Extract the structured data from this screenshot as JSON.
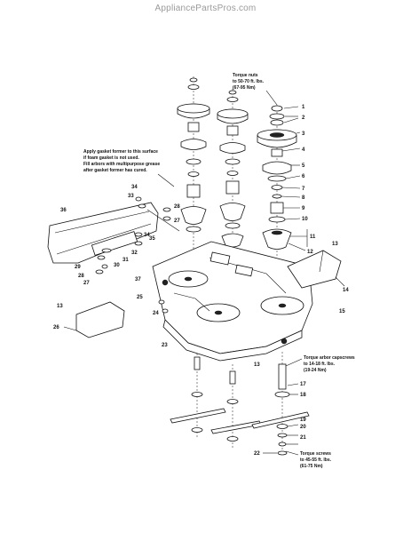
{
  "header": {
    "site": "AppliancePartsPros.com"
  },
  "notes": {
    "torque_nuts": [
      "Torque nuts",
      "to 50-70 ft. lbs.",
      "(67-95 Nm)"
    ],
    "gasket": [
      "Apply gasket former to this surface",
      "if foam gasket is not used.",
      "Fill arbors with multipurpose grease",
      "after gasket former has cured."
    ],
    "torque_arbor": [
      "Torque arbor capscrews",
      "to 14-18 ft. lbs.",
      "(19-24 Nm)"
    ],
    "torque_screws": [
      "Torque screws",
      "to 45-55 ft. lbs.",
      "(61-75 Nm)"
    ]
  },
  "callouts": {
    "c1": "1",
    "c2": "2",
    "c3": "3",
    "c4": "4",
    "c5": "5",
    "c6": "6",
    "c7": "7",
    "c8": "8",
    "c9": "9",
    "c10": "10",
    "c11": "11",
    "c12": "12",
    "c13a": "13",
    "c14": "14",
    "c15": "15",
    "c13b": "13",
    "c17": "17",
    "c18": "18",
    "c19": "19",
    "c20": "20",
    "c21": "21",
    "c22": "22",
    "c23": "23",
    "c24": "24",
    "c25": "25",
    "c26": "26",
    "c13c": "13",
    "c27a": "27",
    "c28a": "28",
    "c29": "29",
    "c30": "30",
    "c31": "31",
    "c32": "32",
    "c33": "33",
    "c34a": "34",
    "c35": "35",
    "c36": "36",
    "c28b": "28",
    "c27b": "27",
    "c34b": "34",
    "c37": "37"
  }
}
